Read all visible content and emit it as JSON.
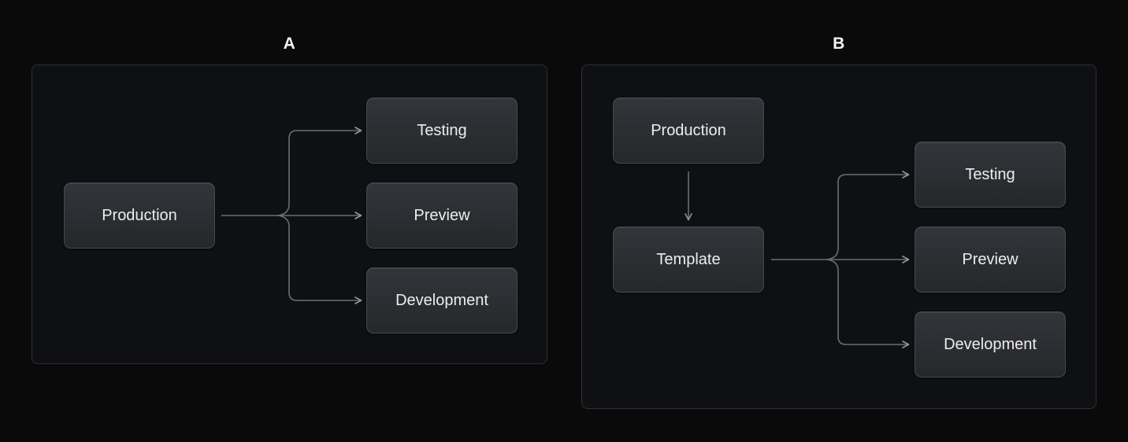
{
  "colors": {
    "page_bg": "#0a0a0b",
    "panel_bg": "#0f1013",
    "panel_border": "#2d3036",
    "node_bg_top": "#33353a",
    "node_bg_bottom": "#25272b",
    "node_border": "#46494f",
    "node_text": "#ededee",
    "label_text": "#f3f3f4",
    "line": "#6b6e74",
    "arrowhead": "#94979c"
  },
  "diagram_a": {
    "label": "A",
    "nodes": {
      "production": "Production",
      "testing": "Testing",
      "preview": "Preview",
      "development": "Development"
    }
  },
  "diagram_b": {
    "label": "B",
    "nodes": {
      "production": "Production",
      "template": "Template",
      "testing": "Testing",
      "preview": "Preview",
      "development": "Development"
    }
  }
}
